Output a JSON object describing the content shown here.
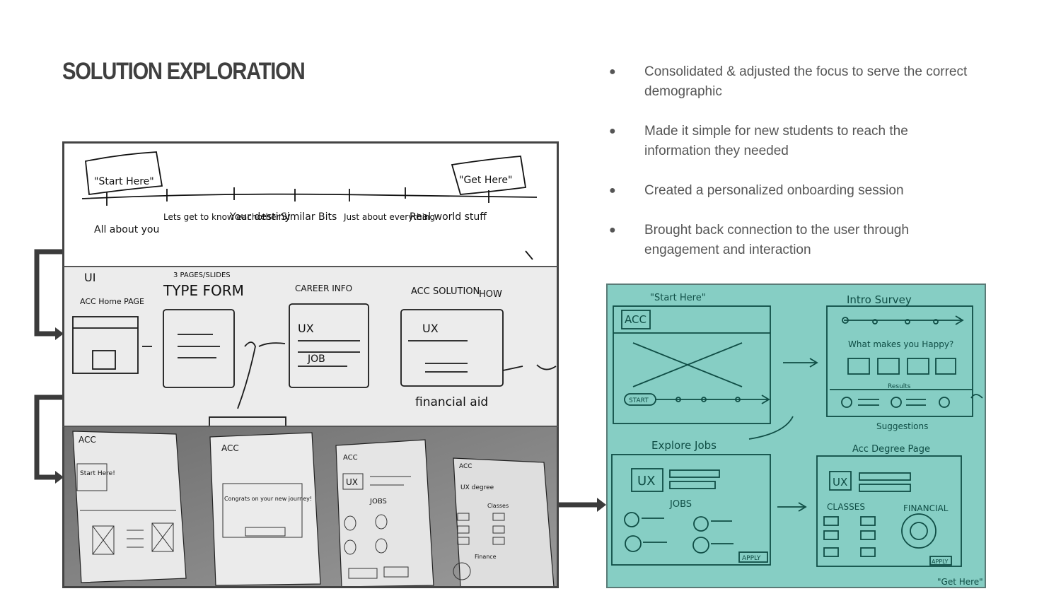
{
  "slide": {
    "title": "SOLUTION EXPLORATION",
    "bullets": [
      "Consolidated & adjusted the focus to serve the correct demographic",
      "Made it simple for new students to reach the information they needed",
      "Created a personalized onboarding session",
      "Brought back connection to the user through engagement and interaction"
    ]
  },
  "sketch1": {
    "start_label": "\"Start Here\"",
    "end_label": "\"Get Here\"",
    "steps": [
      "All about you",
      "Lets get to know eachother",
      "Your destiny",
      "Similar Bits",
      "Just about everything",
      "Real world stuff"
    ]
  },
  "sketch2": {
    "labels": [
      "UI",
      "ACC Home PAGE",
      "3 PAGES/SLIDES",
      "TYPE FORM",
      "CAREER INFO",
      "UX",
      "JOB",
      "ACC SOLUTION",
      "HOW",
      "UX",
      "financial aid"
    ]
  },
  "sketch3": {
    "labels": [
      "ACC",
      "Start Here!",
      "ACC",
      "Congrats on your new journey!",
      "ACC",
      "UX",
      "JOBS",
      "ACC",
      "UX degree",
      "Classes",
      "Finance"
    ]
  },
  "sketch4": {
    "start_label": "\"Start Here\"",
    "intro_survey": "Intro Survey",
    "question": "What makes you Happy?",
    "results": "Results",
    "suggestions": "Suggestions",
    "explore_jobs": "Explore Jobs",
    "degree_page": "Acc Degree Page",
    "acc": "ACC",
    "start": "START",
    "ux": "UX",
    "jobs": "JOBS",
    "classes": "CLASSES",
    "financial": "FINANCIAL",
    "apply": "APPLY",
    "get_here": "\"Get Here\""
  }
}
